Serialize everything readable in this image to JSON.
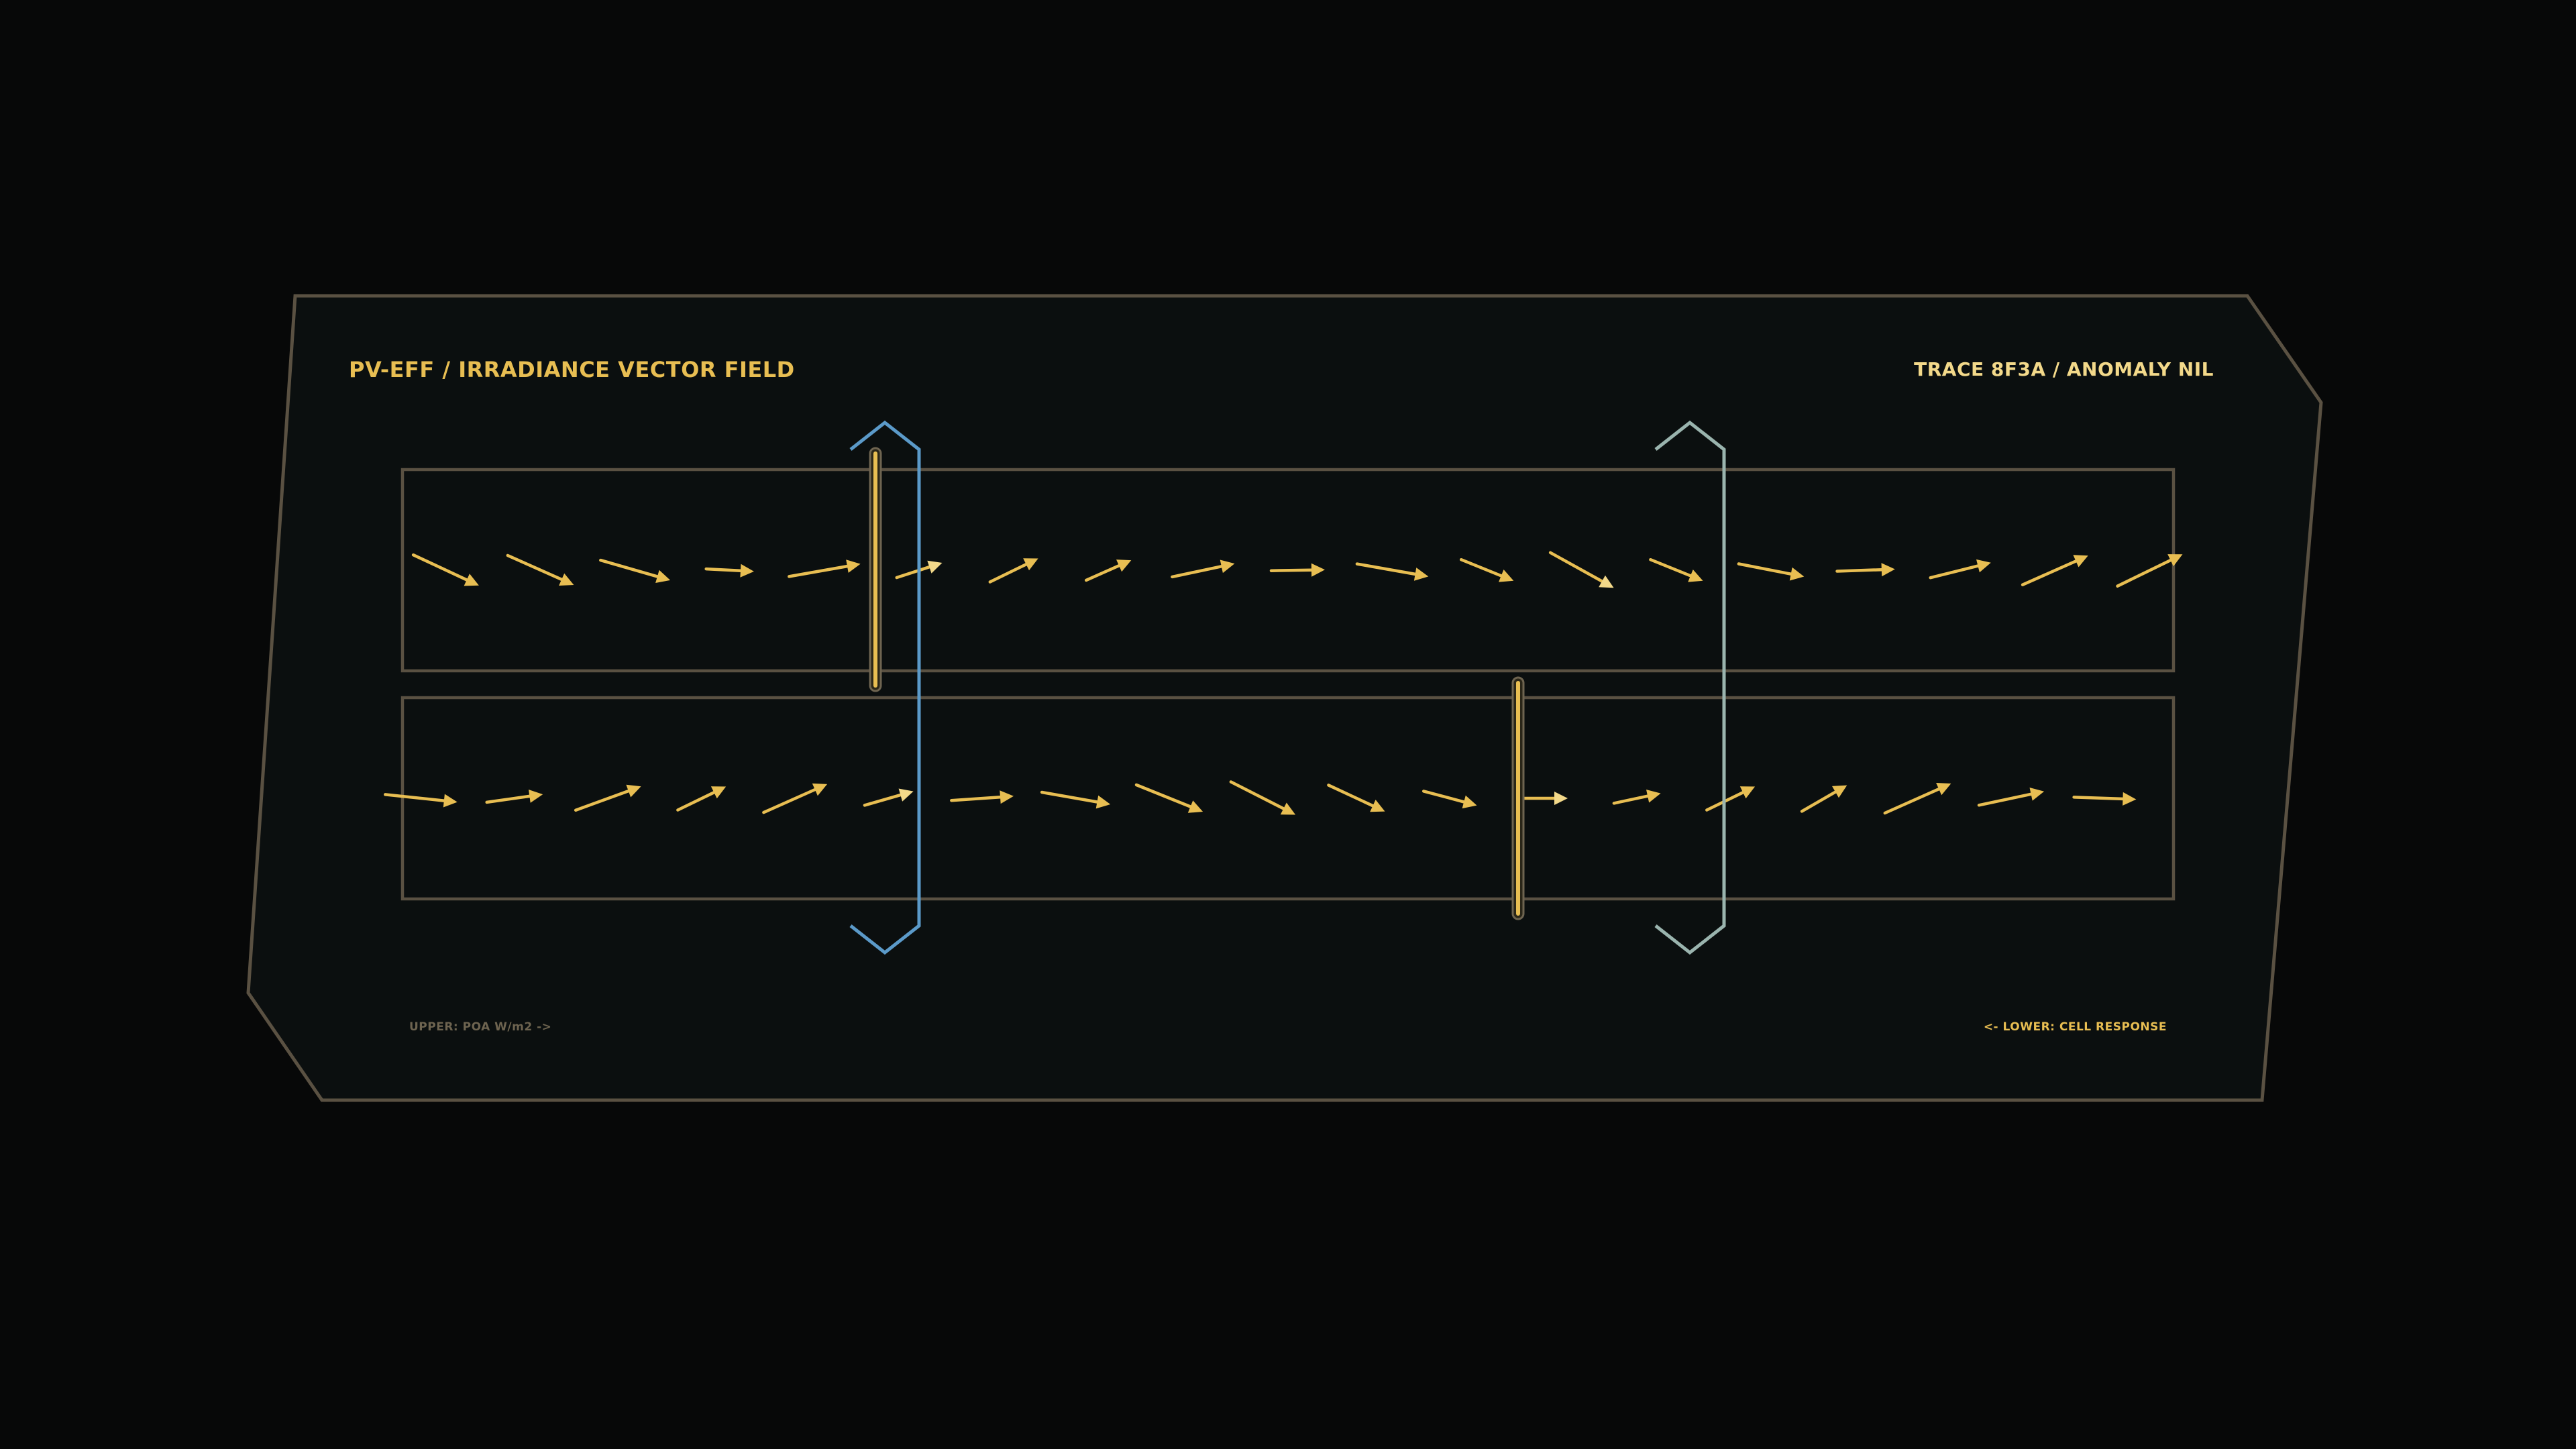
{
  "header": {
    "title": "PV-EFF / IRRADIANCE VECTOR FIELD",
    "trace": "TRACE 8F3A / ANOMALY NIL"
  },
  "footer": {
    "upper_note": "UPPER: POA W/m2 ->",
    "lower_note": "<- LOWER: CELL RESPONSE"
  },
  "colors": {
    "background": "#070808",
    "panel": "#0b0f0f",
    "frame": "#5a5142",
    "accent": "#e8be52",
    "accent_light": "#f3d98a",
    "muted": "#6e6450",
    "bracket_blue": "#5b9ac9",
    "bracket_pale": "#9ab4ae"
  },
  "fields": {
    "upper": {
      "name": "POA W/m2",
      "vectors": [
        {
          "length": 1.0,
          "angle": 25
        },
        {
          "length": 1.0,
          "angle": 24
        },
        {
          "length": 1.0,
          "angle": 16
        },
        {
          "length": 0.66,
          "angle": 3
        },
        {
          "length": 1.0,
          "angle": -10
        },
        {
          "length": 0.66,
          "angle": -18
        },
        {
          "length": 0.74,
          "angle": -26
        },
        {
          "length": 0.68,
          "angle": -24
        },
        {
          "length": 0.88,
          "angle": -12
        },
        {
          "length": 0.74,
          "angle": -1
        },
        {
          "length": 1.0,
          "angle": 10
        },
        {
          "length": 0.78,
          "angle": 22
        },
        {
          "length": 1.0,
          "angle": 29
        },
        {
          "length": 0.78,
          "angle": 22
        },
        {
          "length": 0.92,
          "angle": 11
        },
        {
          "length": 0.8,
          "angle": -2
        },
        {
          "length": 0.86,
          "angle": -14
        },
        {
          "length": 0.99,
          "angle": -24
        },
        {
          "length": 1.0,
          "angle": -26
        }
      ]
    },
    "lower": {
      "name": "CELL RESPONSE",
      "vectors": [
        {
          "length": 1.0,
          "angle": 6
        },
        {
          "length": 0.78,
          "angle": -8
        },
        {
          "length": 0.96,
          "angle": -20
        },
        {
          "length": 0.74,
          "angle": -26
        },
        {
          "length": 0.96,
          "angle": -24
        },
        {
          "length": 0.7,
          "angle": -16
        },
        {
          "length": 0.86,
          "angle": -4
        },
        {
          "length": 0.96,
          "angle": 10
        },
        {
          "length": 0.99,
          "angle": 22
        },
        {
          "length": 1.0,
          "angle": 27
        },
        {
          "length": 0.86,
          "angle": 25
        },
        {
          "length": 0.76,
          "angle": 15
        },
        {
          "length": 0.66,
          "angle": 0
        },
        {
          "length": 0.66,
          "angle": -12
        },
        {
          "length": 0.74,
          "angle": -26
        },
        {
          "length": 0.72,
          "angle": -30
        },
        {
          "length": 1.0,
          "angle": -24
        },
        {
          "length": 0.92,
          "angle": -12
        },
        {
          "length": 0.86,
          "angle": 2
        }
      ]
    }
  },
  "markers": [
    {
      "name": "cursor-upper",
      "row": "upper",
      "column": 5
    },
    {
      "name": "cursor-lower",
      "row": "lower",
      "column": 12
    }
  ],
  "brackets": [
    {
      "name": "bracket-left",
      "color": "bracket_blue"
    },
    {
      "name": "bracket-right",
      "color": "bracket_pale"
    }
  ]
}
